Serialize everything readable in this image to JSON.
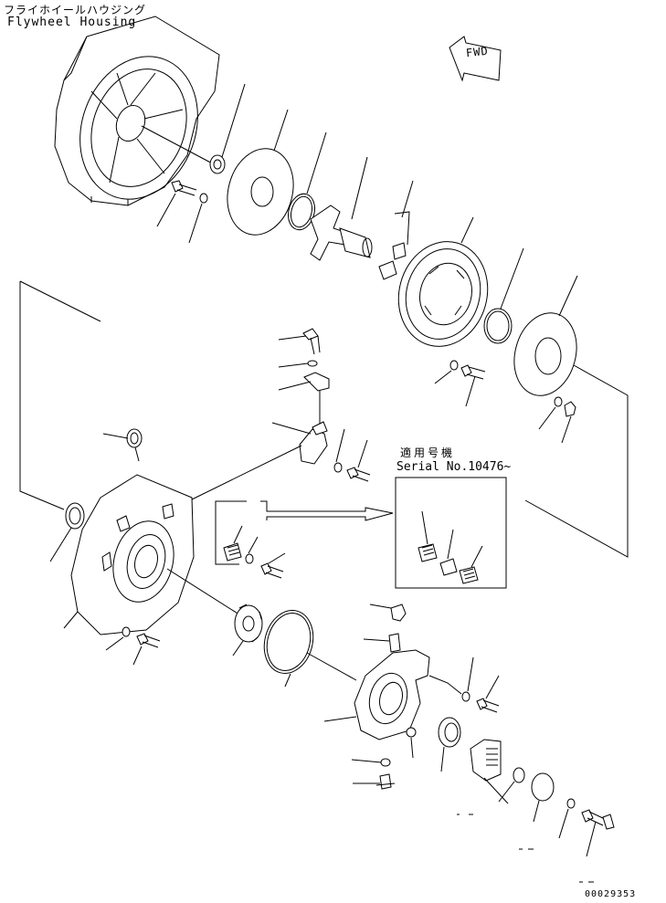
{
  "title": {
    "japanese": "フライホイールハウジング",
    "english": "Flywheel Housing"
  },
  "direction_indicator": {
    "label": "FWD"
  },
  "serial_note": {
    "japanese": "適用号機",
    "english": "Serial No.10476~"
  },
  "document_number": "00029353"
}
